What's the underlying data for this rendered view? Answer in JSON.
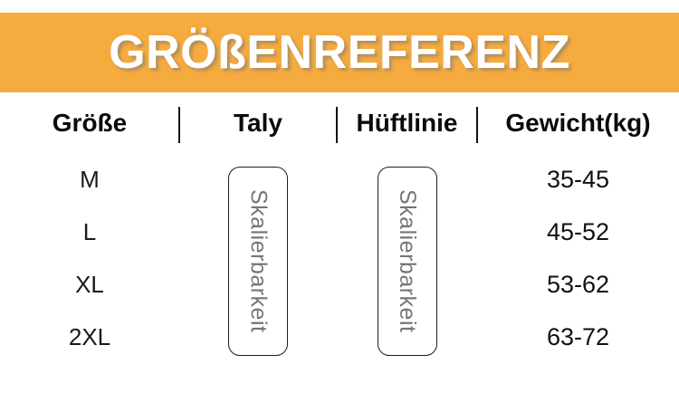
{
  "banner": {
    "title": "GRÖßENREFERENZ"
  },
  "colors": {
    "banner_orange": "#F6AB3F",
    "title_text": "#FFFFFF",
    "header_text": "#0A0A0A",
    "body_text": "#111111",
    "box_label_gray": "#757575",
    "background": "#FFFFFF"
  },
  "size_table": {
    "headers": [
      "Größe",
      "Taly",
      "Hüftlinie",
      "Gewicht(kg)"
    ],
    "rows": [
      {
        "size": "M",
        "weight": "35-45"
      },
      {
        "size": "L",
        "weight": "45-52"
      },
      {
        "size": "XL",
        "weight": "53-62"
      },
      {
        "size": "2XL",
        "weight": "63-72"
      }
    ],
    "taly_box_label": "Skalierbarkeit",
    "hueftlinie_box_label": "Skalierbarkeit"
  },
  "chart_data": {
    "type": "table",
    "title": "GRÖßENREFERENZ",
    "columns": [
      "Größe",
      "Taly",
      "Hüftlinie",
      "Gewicht(kg)"
    ],
    "rows": [
      {
        "Größe": "M",
        "Gewicht(kg)": "35-45"
      },
      {
        "Größe": "L",
        "Gewicht(kg)": "45-52"
      },
      {
        "Größe": "XL",
        "Gewicht(kg)": "53-62"
      },
      {
        "Größe": "2XL",
        "Gewicht(kg)": "63-72"
      }
    ],
    "merged_cells": [
      {
        "column": "Taly",
        "value": "Skalierbarkeit",
        "spans_rows": "all",
        "style": "rounded outlined box, vertical text"
      },
      {
        "column": "Hüftlinie",
        "value": "Skalierbarkeit",
        "spans_rows": "all",
        "style": "rounded outlined box, vertical text"
      }
    ],
    "layout_hints": {
      "header_dividers": "short vertical lines between header cells only",
      "grid": "off",
      "banner_color": "#F6AB3F"
    }
  }
}
